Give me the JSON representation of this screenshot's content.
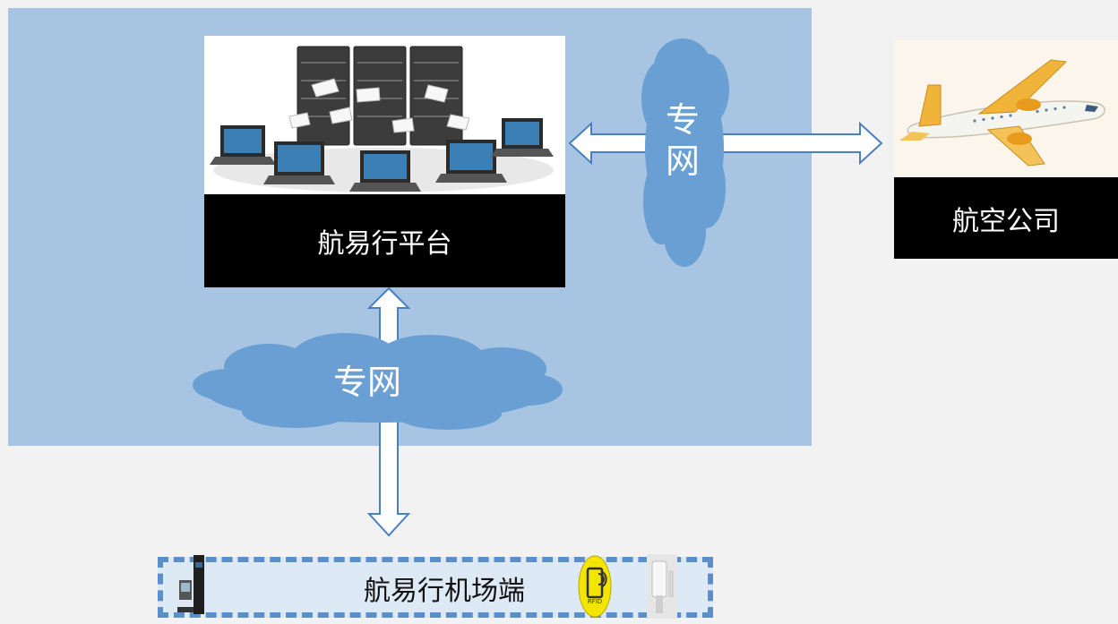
{
  "platform": {
    "label": "航易行平台",
    "image_icon": "server-network-icon"
  },
  "airline": {
    "label": "航空公司",
    "image_icon": "airplane-icon"
  },
  "cloud_right": {
    "line1": "专",
    "line2": "网"
  },
  "cloud_bottom": {
    "label": "专网"
  },
  "airport": {
    "label": "航易行机场端",
    "icons": [
      "kiosk-icon",
      "rfid-icon",
      "scanner-icon"
    ]
  },
  "colors": {
    "region": "#a7c5e2",
    "cloud": "#6a9fd4",
    "arrow_stroke": "#4a7fc0",
    "label_bg": "#000000",
    "dash_border": "#5b8fc9",
    "rfid_yellow": "#f3e500"
  }
}
